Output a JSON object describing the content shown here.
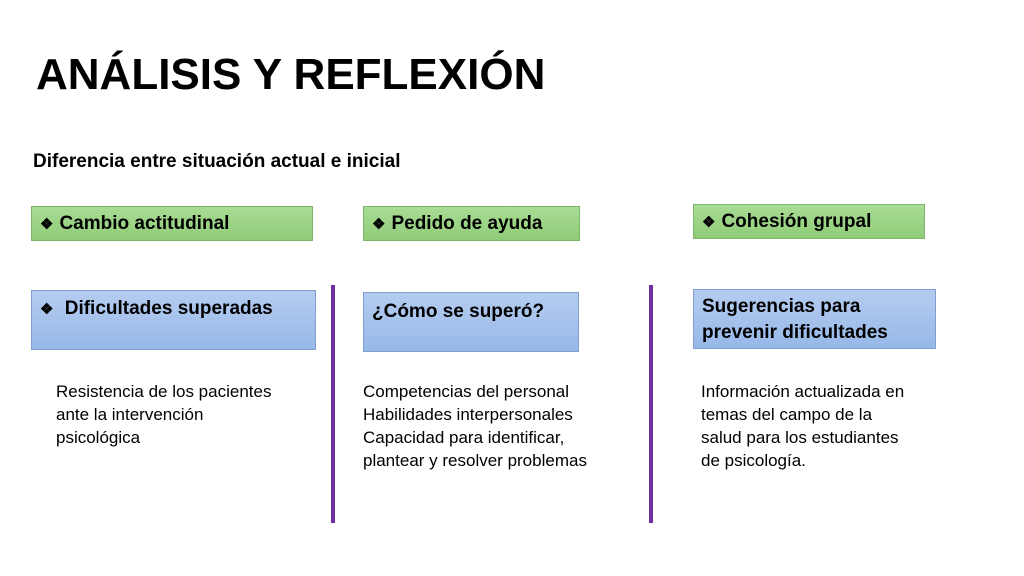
{
  "slide": {
    "title": "ANÁLISIS Y REFLEXIÓN",
    "subtitle": "Diferencia entre situación actual e inicial",
    "accent_color": "#7030a0",
    "columns": [
      {
        "header": "Cambio actitudinal",
        "subheader": "Dificultades superadas",
        "lines": [
          "Resistencia de los pacientes",
          "ante la intervención",
          "psicológica"
        ]
      },
      {
        "header": "Pedido de ayuda",
        "subheader": "¿Cómo se superó?",
        "lines": [
          "Competencias del personal",
          "Habilidades interpersonales",
          "Capacidad para identificar,",
          "plantear y resolver problemas"
        ]
      },
      {
        "header": "Cohesión grupal",
        "subheader_lines": [
          "Sugerencias para",
          "prevenir dificultades"
        ],
        "lines": [
          "Información actualizada en",
          "temas del campo de la",
          "salud para los estudiantes",
          "de psicología."
        ]
      }
    ],
    "bullet_icon": "diamond-bullet-icon"
  }
}
